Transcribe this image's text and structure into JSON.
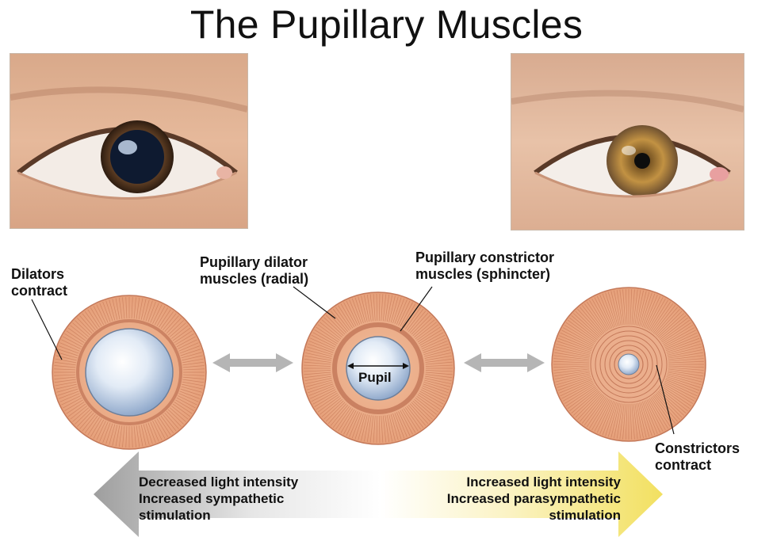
{
  "title": "The Pupillary Muscles",
  "labels": {
    "dilators_contract": [
      "Dilators",
      "contract"
    ],
    "dilator_muscles": [
      "Pupillary dilator",
      "muscles (radial)"
    ],
    "constrictor_muscles": [
      "Pupillary constrictor",
      "muscles (sphincter)"
    ],
    "pupil": "Pupil",
    "constrictors_contract": [
      "Constrictors",
      "contract"
    ]
  },
  "left_arrow_text": [
    "Decreased light intensity",
    "Increased sympathetic",
    "stimulation"
  ],
  "right_arrow_text": [
    "Increased light intensity",
    "Increased parasympathetic",
    "stimulation"
  ],
  "photos": {
    "left": {
      "iris_color": "#6b4a2e",
      "state": "dilated pupil"
    },
    "right": {
      "iris_color": "#b98a3a",
      "state": "constricted pupil"
    }
  },
  "colors": {
    "iris_tissue": "#e8a984",
    "iris_line": "#c4795a",
    "pupil": "#a9bfdc",
    "left_arrow": "#a9a9a9",
    "right_arrow": "#f4e56b",
    "small_arrow": "#b5b5b5"
  }
}
